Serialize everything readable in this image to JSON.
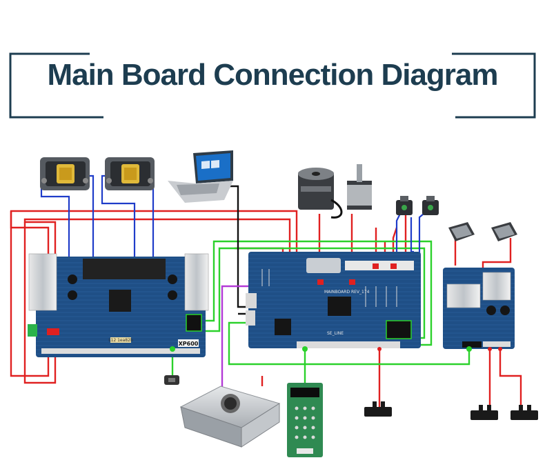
{
  "title": "Main Board Connection Diagram",
  "colors": {
    "title": "#1d3d50",
    "red_wire": "#e02020",
    "green_wire": "#2bd12b",
    "blue_wire": "#1f3cc9",
    "black_wire": "#111111",
    "purple_wire": "#b23ad6",
    "pcb": "#1f4f86"
  },
  "head_board": {
    "label": "XP600",
    "chip_label": "L12 1ea82b"
  },
  "main_board": {
    "label": "MAINBOARD REV_174",
    "sublabel": "SE_LINE"
  },
  "components": [
    "print-head-left",
    "print-head-right",
    "laptop",
    "motor-encoder",
    "stepper-motor-top",
    "pump-left",
    "pump-right",
    "small-stepper-left",
    "small-stepper-right",
    "head-board",
    "main-board",
    "driver-board",
    "power-supply",
    "control-panel",
    "limit-switch",
    "sensor-left",
    "sensor-right",
    "usb-dongle"
  ]
}
